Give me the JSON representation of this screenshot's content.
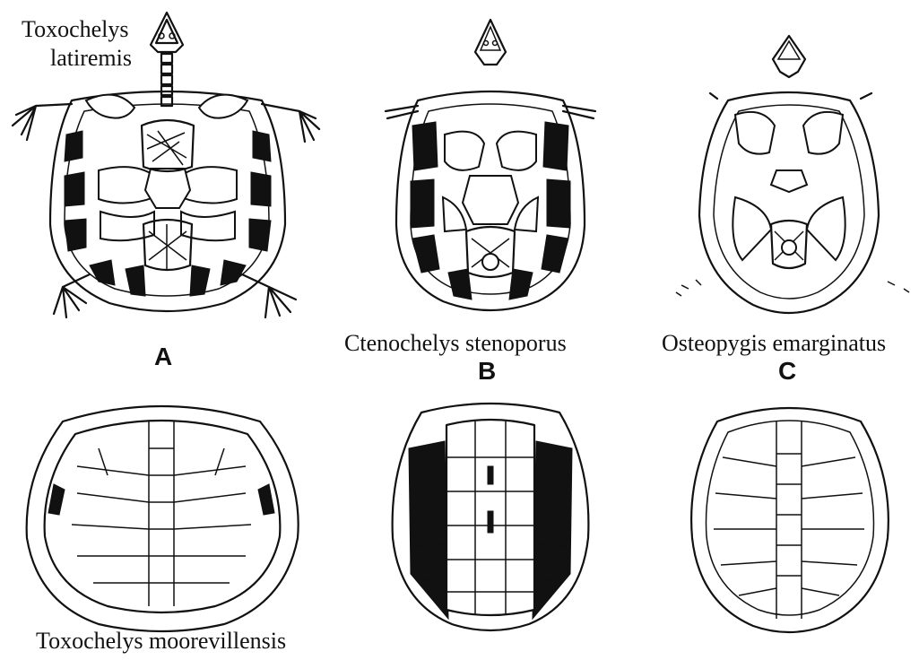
{
  "labels": {
    "panel_a_species_top_line1": "Toxochelys",
    "panel_a_species_top_line2": "latiremis",
    "panel_b_species": "Ctenochelys stenoporus",
    "panel_c_species": "Osteopygis emarginatus",
    "bottom_left_species": "Toxochelys moorevillensis",
    "letter_a": "A",
    "letter_b": "B",
    "letter_c": "C"
  },
  "colors": {
    "ink": "#111111",
    "background": "#ffffff"
  }
}
